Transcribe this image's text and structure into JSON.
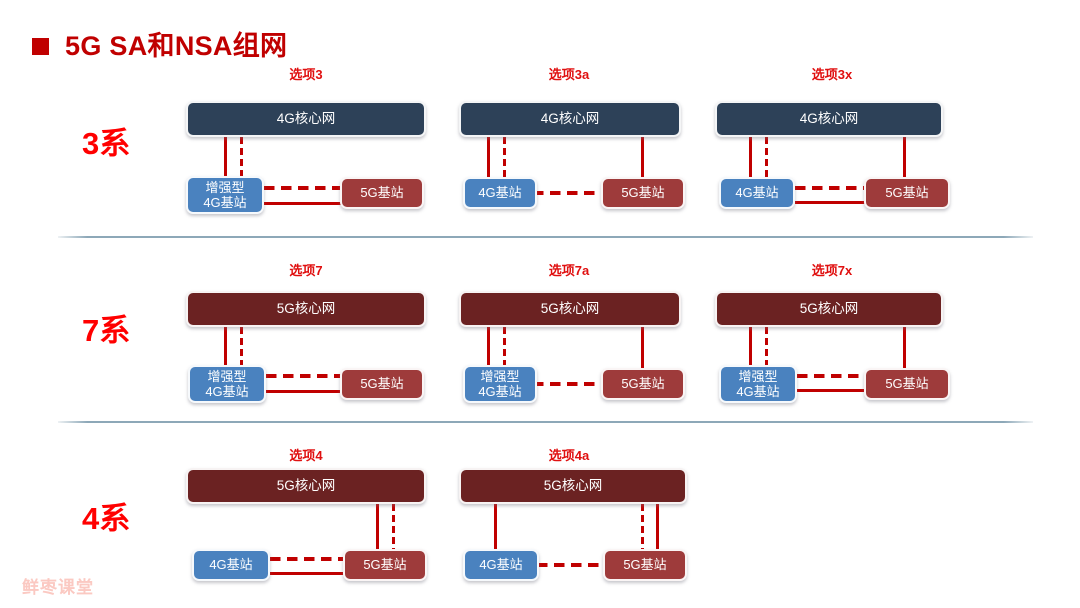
{
  "slide": {
    "title": "5G SA和NSA组网",
    "bullet_icon": "square-bullet-icon",
    "watermark": "鲜枣课堂",
    "colors": {
      "title_red": "#c00000",
      "label_red": "#ff0000",
      "caption_red": "#e01010",
      "core_4g": "#2d4158",
      "core_5g": "#6b2222",
      "bs_4g": "#4a82bf",
      "bs_5g": "#9e3b3b",
      "connector": "#c00000",
      "divider": "#8da8b8",
      "watermark": "#fbc9c2"
    }
  },
  "rows": [
    {
      "label": "3系"
    },
    {
      "label": "7系"
    },
    {
      "label": "4系"
    }
  ],
  "options": [
    {
      "caption": "选项3",
      "core": "4G核心网",
      "left_node": "增强型\n4G基站",
      "right_node": "5G基站",
      "links": "core-to-left: solid+dashed; left-to-right: dashed+solid"
    },
    {
      "caption": "选项3a",
      "core": "4G核心网",
      "left_node": "4G基站",
      "right_node": "5G基站",
      "links": "core-to-left: solid+dashed; core-to-right: solid; left-to-right: dashed"
    },
    {
      "caption": "选项3x",
      "core": "4G核心网",
      "left_node": "4G基站",
      "right_node": "5G基站",
      "links": "core-to-left: solid+dashed; core-to-right: solid; left-to-right: dashed+solid"
    },
    {
      "caption": "选项7",
      "core": "5G核心网",
      "left_node": "增强型\n4G基站",
      "right_node": "5G基站",
      "links": "core-to-left: solid+dashed; left-to-right: dashed+solid"
    },
    {
      "caption": "选项7a",
      "core": "5G核心网",
      "left_node": "增强型\n4G基站",
      "right_node": "5G基站",
      "links": "core-to-left: solid+dashed; core-to-right: solid; left-to-right: dashed"
    },
    {
      "caption": "选项7x",
      "core": "5G核心网",
      "left_node": "增强型\n4G基站",
      "right_node": "5G基站",
      "links": "core-to-left: solid+dashed; core-to-right: solid; left-to-right: dashed+solid"
    },
    {
      "caption": "选项4",
      "core": "5G核心网",
      "left_node": "4G基站",
      "right_node": "5G基站",
      "links": "core-to-right: solid+dashed; left-to-right: dashed+solid"
    },
    {
      "caption": "选项4a",
      "core": "5G核心网",
      "left_node": "4G基站",
      "right_node": "5G基站",
      "links": "core-to-left: solid; core-to-right: dashed+solid; left-to-right: dashed"
    }
  ]
}
